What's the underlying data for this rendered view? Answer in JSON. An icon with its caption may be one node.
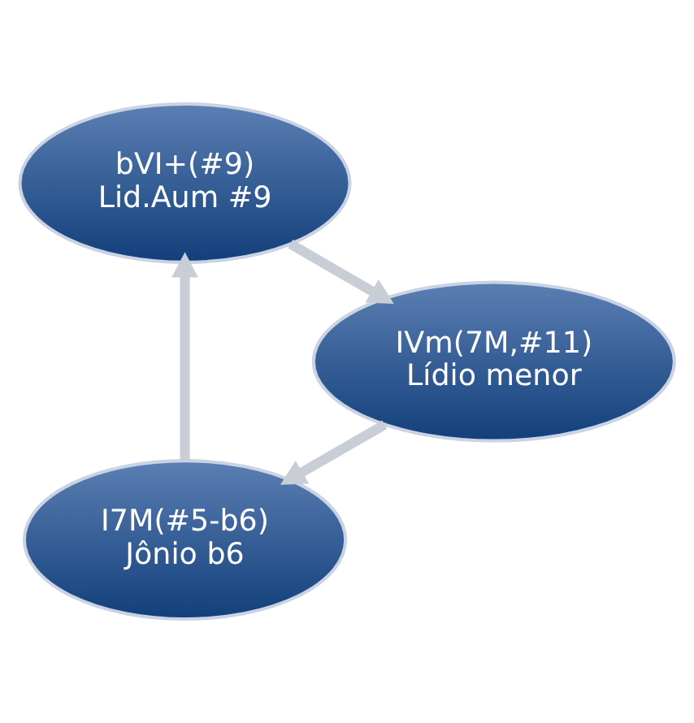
{
  "diagram": {
    "nodes": [
      {
        "text": [
          "I7M(#5-b6)",
          "Jônio b6"
        ]
      },
      {
        "text": [
          "bVI+(#9)",
          "Lid.Aum #9"
        ]
      },
      {
        "text": [
          "IVm(7M,#11)",
          "Lídio menor"
        ]
      }
    ],
    "edges": [
      {
        "from": 0,
        "to": 1,
        "arrow": "to"
      },
      {
        "from": 1,
        "to": 2,
        "arrow": "to"
      },
      {
        "from": 2,
        "to": 0,
        "arrow": "to"
      }
    ]
  }
}
